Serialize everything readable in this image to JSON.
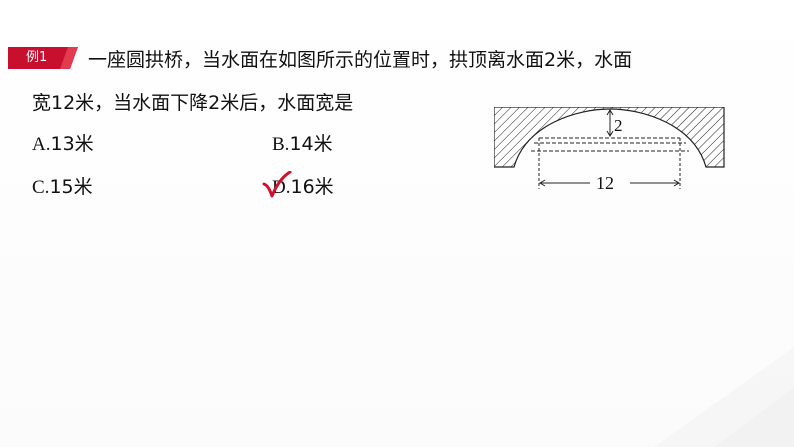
{
  "example": {
    "badge": "例1",
    "question_line1": "一座圆拱桥，当水面在如图所示的位置时，拱顶离水面2米，水面",
    "question_line2": "宽12米，当水面下降2米后，水面宽是"
  },
  "options": [
    {
      "letter": "A.",
      "value": "13米"
    },
    {
      "letter": "B.",
      "value": "14米"
    },
    {
      "letter": "C.",
      "value": "15米"
    },
    {
      "letter": "D.",
      "value": "16米"
    }
  ],
  "answer": "D",
  "figure": {
    "height_label": "2",
    "width_label": "12"
  },
  "colors": {
    "badge_red": "#c8102e",
    "check_red": "#d0112b",
    "ink": "#111111"
  },
  "icons": {
    "check": "check-icon"
  }
}
